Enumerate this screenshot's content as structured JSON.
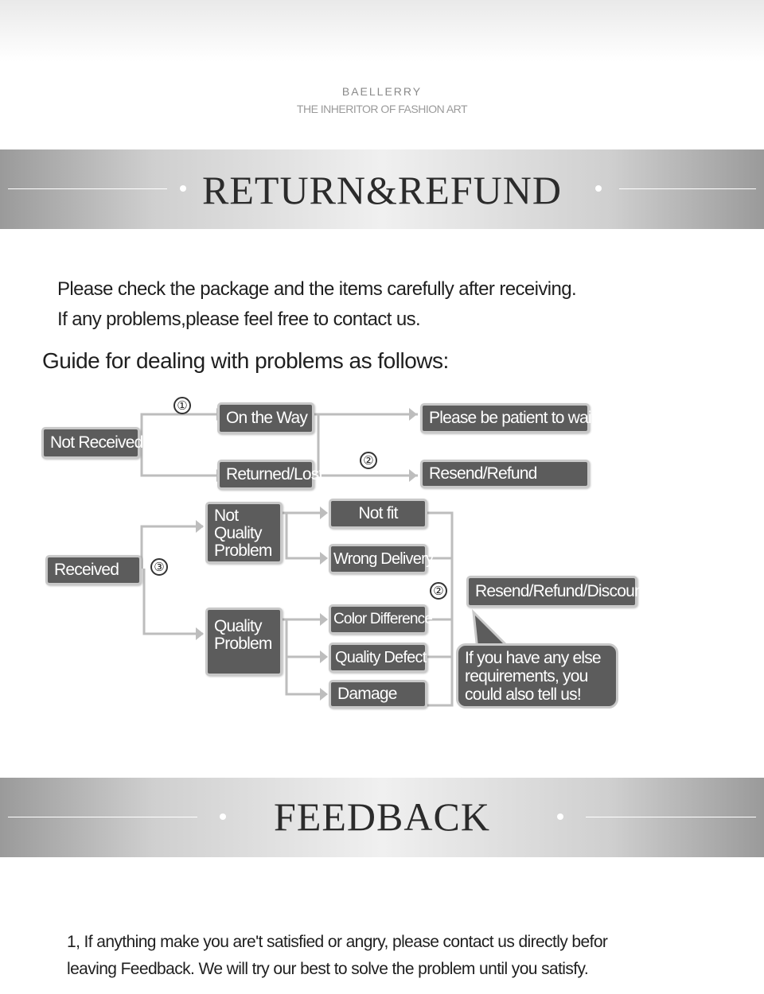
{
  "brand": {
    "name": "BAELLERRY",
    "tagline": "THE INHERITOR OF FASHION ART"
  },
  "section1": {
    "title": "RETURN&REFUND",
    "line1": "Please check the package and the items carefully after receiving.",
    "line2": "If any problems,please feel free to contact us.",
    "guide": "Guide for dealing with problems as follows:"
  },
  "flow": {
    "not_received": "Not Received",
    "on_the_way": "On the Way",
    "returned_lost": "Returned/Lost",
    "please_wait": "Please be patient to wait",
    "resend_refund": "Resend/Refund",
    "received": "Received",
    "not_quality_problem": "Not Quality Problem",
    "quality_problem": "Quality Problem",
    "not_fit": "Not fit",
    "wrong_delivery": "Wrong Delivery",
    "color_difference": "Color Difference",
    "quality_defect": "Quality Defect",
    "damage": "Damage",
    "resend_refund_discount": "Resend/Refund/Discount",
    "bubble": "If you have any else requirements, you could also tell us!",
    "mark1": "①",
    "mark2": "②",
    "mark3": "③"
  },
  "section2": {
    "title": "FEEDBACK",
    "line1": "1, If anything make you are't satisfied or angry, please contact us directly befor",
    "line2": "leaving Feedback. We will try our best to solve the problem until you satisfy."
  }
}
